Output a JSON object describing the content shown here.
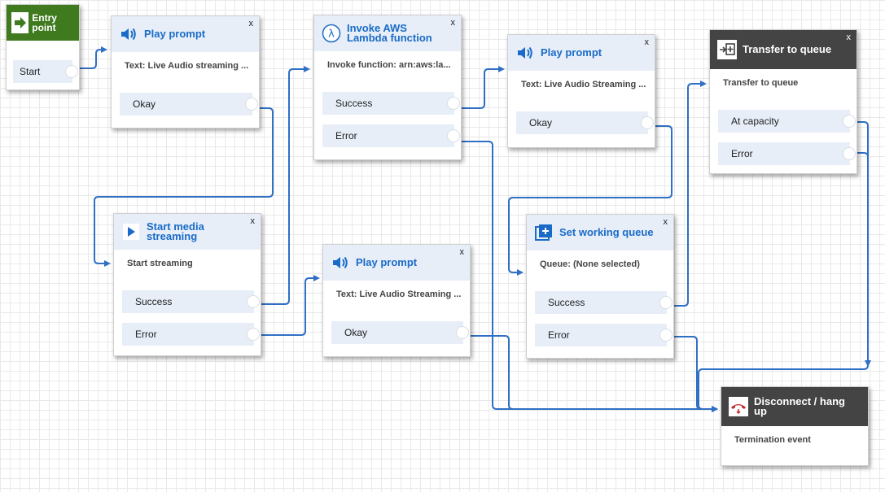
{
  "entry": {
    "title": "Entry point",
    "start_label": "Start"
  },
  "nodes": {
    "play1": {
      "title": "Play prompt",
      "desc": "Text: Live Audio streaming ...",
      "branches": [
        "Okay"
      ]
    },
    "media": {
      "title": "Start media streaming",
      "desc": "Start streaming",
      "branches": [
        "Success",
        "Error"
      ]
    },
    "lambda": {
      "title": "Invoke AWS Lambda function",
      "desc": "Invoke function: arn:aws:la...",
      "branches": [
        "Success",
        "Error"
      ]
    },
    "play2": {
      "title": "Play prompt",
      "desc": "Text: Live Audio Streaming ...",
      "branches": [
        "Okay"
      ]
    },
    "play3": {
      "title": "Play prompt",
      "desc": "Text: Live Audio Streaming ...",
      "branches": [
        "Okay"
      ]
    },
    "setq": {
      "title": "Set working queue",
      "desc": "Queue: (None selected)",
      "branches": [
        "Success",
        "Error"
      ]
    },
    "xfer": {
      "title": "Transfer to queue",
      "desc": "Transfer to queue",
      "branches": [
        "At capacity",
        "Error"
      ]
    },
    "disc": {
      "title": "Disconnect / hang up",
      "desc": "Termination event",
      "branches": []
    }
  },
  "close_glyph": "x",
  "colors": {
    "wire": "#2f6fc4",
    "header_light": "#e7eef8",
    "header_dark": "#444444",
    "entry_green": "#3f7a1f",
    "title_blue": "#1a6bc7"
  }
}
